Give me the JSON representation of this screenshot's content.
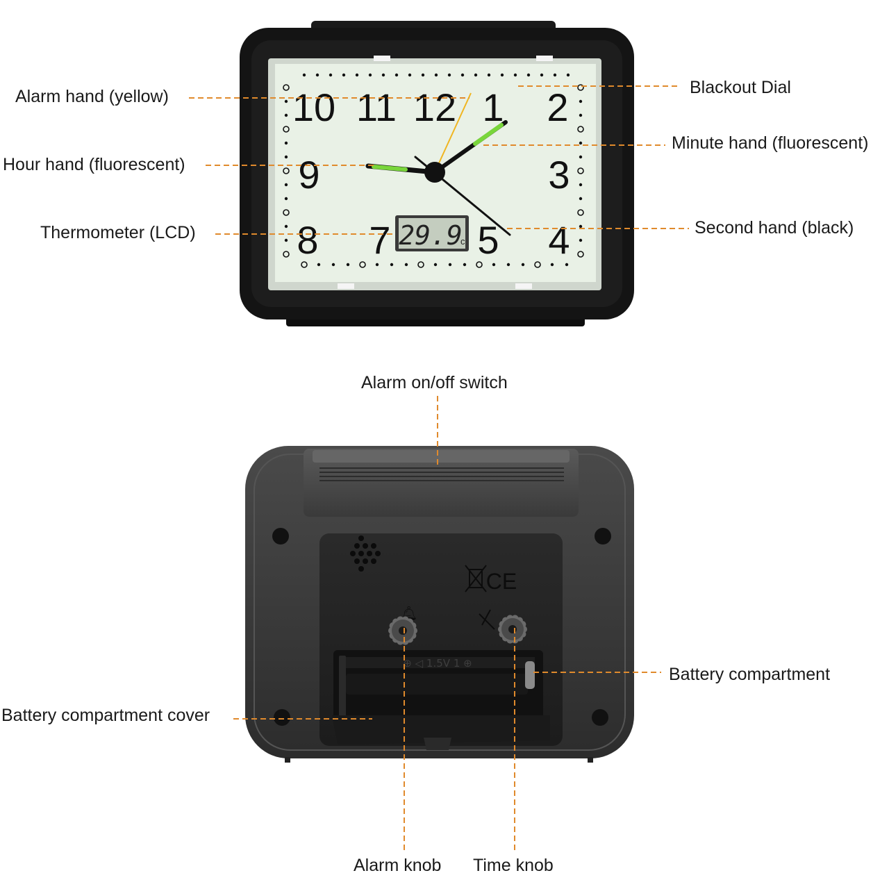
{
  "front": {
    "dial_numbers": [
      "10",
      "11",
      "12",
      "1",
      "2",
      "3",
      "4",
      "5",
      "7",
      "8",
      "9"
    ],
    "lcd": {
      "value": "29.9",
      "unit": "c"
    }
  },
  "back": {
    "battery_marking": "⊕ ◁ 1.5V 1 ⊕",
    "certification_marks": "CE"
  },
  "labels": {
    "alarm_hand": "Alarm hand (yellow)",
    "hour_hand": "Hour hand (fluorescent)",
    "thermometer": "Thermometer (LCD)",
    "blackout_dial": "Blackout  Dial",
    "minute_hand": "Minute hand (fluorescent)",
    "second_hand": "Second hand (black)",
    "alarm_switch": "Alarm on/off switch",
    "battery_compartment": "Battery compartment",
    "battery_cover": "Battery compartment cover",
    "alarm_knob": "Alarm knob",
    "time_knob": "Time knob"
  },
  "colors": {
    "leader_line": "#e08a2c",
    "clock_body": "#141414",
    "dial_face": "#e9f1e6",
    "back_body": "#3a3a3a",
    "fluorescent": "#79d63b",
    "alarm_hand": "#f0b520"
  }
}
